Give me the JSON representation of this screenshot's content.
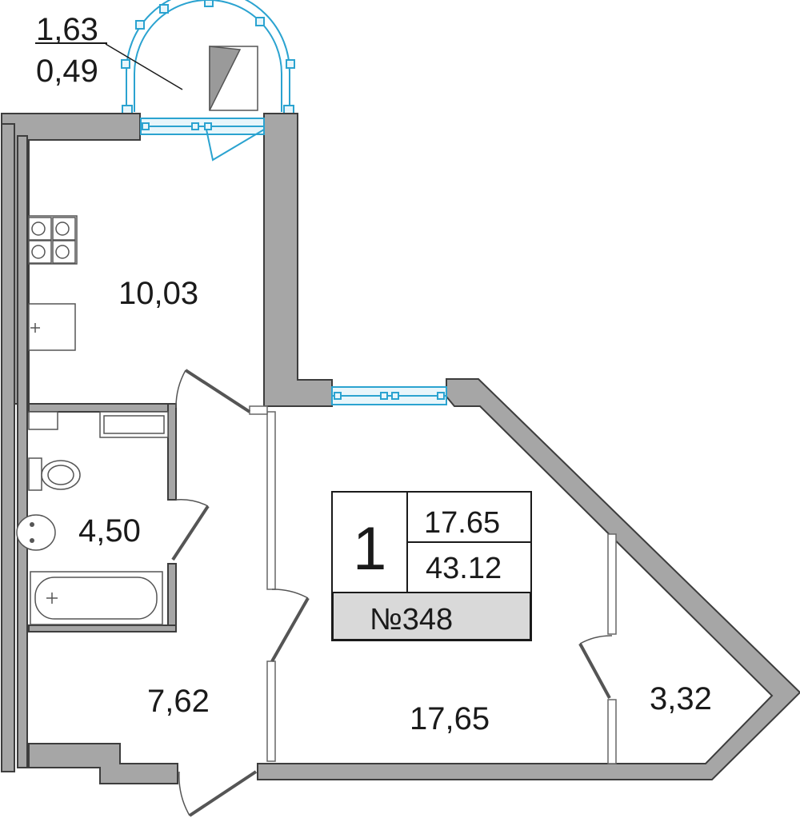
{
  "balcony": {
    "area_total": "1,63",
    "area_reduced": "0,49"
  },
  "rooms": {
    "kitchen": "10,03",
    "bathroom": "4,50",
    "hall": "7,62",
    "living": "17,65",
    "storage": "3,32"
  },
  "info_box": {
    "rooms_count": "1",
    "living_area": "17.65",
    "total_area": "43.12",
    "apartment_number": "№348"
  },
  "colors": {
    "wall": "#a6a6a6",
    "window": "#2ba3d0",
    "info_number_bg": "#d9d9d9"
  }
}
